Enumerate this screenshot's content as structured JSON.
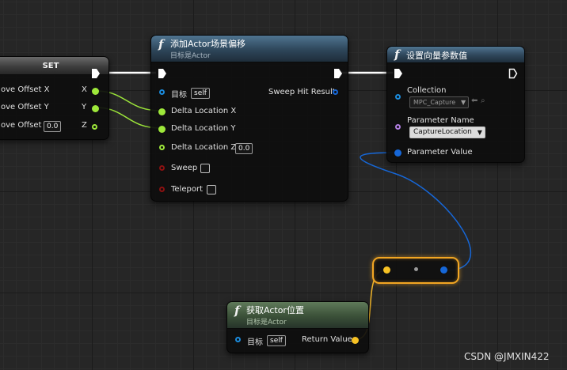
{
  "set_node": {
    "title": "SET",
    "rows": [
      {
        "label": "ove Offset X",
        "pin_label": "X"
      },
      {
        "label": "ove Offset Y",
        "pin_label": "Y"
      },
      {
        "label": "ove Offset Z",
        "value": "0.0",
        "pin_label": "Z"
      }
    ]
  },
  "add_offset_node": {
    "title": "添加Actor场景偏移",
    "subtitle": "目标是Actor",
    "target_label": "目标",
    "target_value": "self",
    "sweep_hit_result_label": "Sweep Hit Result",
    "delta_x_label": "Delta Location X",
    "delta_y_label": "Delta Location Y",
    "delta_z_label": "Delta Location Z",
    "delta_z_value": "0.0",
    "sweep_label": "Sweep",
    "teleport_label": "Teleport"
  },
  "set_vector_param_node": {
    "title": "设置向量参数值",
    "collection_label": "Collection",
    "collection_value": "MPC_Capture",
    "parameter_name_label": "Parameter Name",
    "parameter_name_value": "CaptureLocation",
    "parameter_value_label": "Parameter Value"
  },
  "get_location_node": {
    "title": "获取Actor位置",
    "subtitle": "目标是Actor",
    "target_label": "目标",
    "target_value": "self",
    "return_value_label": "Return Value"
  },
  "watermark": "CSDN @JMXIN422",
  "colors": {
    "float_pin": "#9ee83a",
    "vector_pin": "#f7c224",
    "struct_pin": "#1667d8",
    "object_pin": "#1b8bdc",
    "name_pin": "#b07ee0",
    "bool_pin": "#8b1111",
    "exec_wire": "#ffffff",
    "reroute_border": "#f2a623"
  }
}
